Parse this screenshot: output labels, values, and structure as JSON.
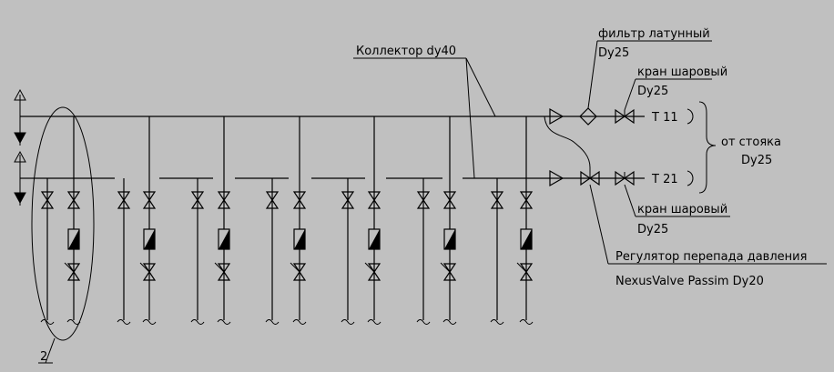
{
  "labels": {
    "collector": "Коллектор dy40",
    "filter_line1": "фильтр латунный",
    "filter_line2": "Dy25",
    "valve_top_line1": "кран шаровый",
    "valve_top_line2": "Dy25",
    "t11": "Т 11",
    "t21": "Т 21",
    "riser_line1": "от стояка",
    "riser_line2": "Dy25",
    "valve_bottom_line1": "кран шаровый",
    "valve_bottom_line2": "Dy25",
    "regulator_line1": "Регулятор перепада давления",
    "regulator_line2": "NexusValve Passim Dy20",
    "callout_number": "2"
  },
  "colors": {
    "background": "#c0c0c0",
    "line": "#000000"
  },
  "circuits": [
    {
      "kind": "double"
    },
    {
      "kind": "double"
    },
    {
      "kind": "double"
    },
    {
      "kind": "double"
    },
    {
      "kind": "double"
    },
    {
      "kind": "double"
    },
    {
      "kind": "double"
    }
  ]
}
